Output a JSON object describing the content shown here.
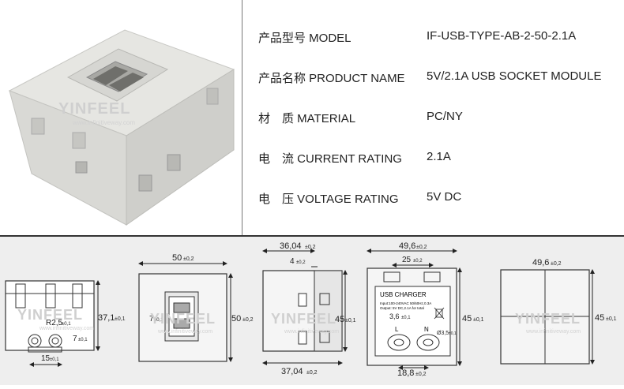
{
  "watermark": {
    "brand": "YINFEEL",
    "website": "www.infinitiveway.com"
  },
  "specs": [
    {
      "label": "产品型号 MODEL",
      "value": "IF-USB-TYPE-AB-2-50-2.1A"
    },
    {
      "label": "产品名称 PRODUCT NAME",
      "value": "5V/2.1A USB SOCKET MODULE"
    },
    {
      "label": "材　质 MATERIAL",
      "value": "PC/NY"
    },
    {
      "label": "电　流 CURRENT RATING",
      "value": "2.1A"
    },
    {
      "label": "电　压 VOLTAGE RATING",
      "value": "5V DC"
    }
  ],
  "drawings": {
    "side": {
      "height": "37,1",
      "height_tol": "±0,1",
      "radius": "R2,5",
      "radius_tol": "±0,1",
      "pin": "7",
      "pin_tol": "±0,1",
      "base": "15",
      "base_tol": "±0,1"
    },
    "front": {
      "width": "50",
      "width_tol": "±0,2",
      "height": "50",
      "height_tol": "±0,2",
      "opening": "7",
      "opening_tol": "±0,1"
    },
    "profile": {
      "top": "36,04",
      "top_tol": "±0,2",
      "step": "4",
      "step_tol": "±0,2",
      "height": "45",
      "height_tol": "±0,1",
      "bottom": "37,04",
      "bottom_tol": "±0,2"
    },
    "back": {
      "width": "49,6",
      "width_tol": "±0,2",
      "spacing": "25",
      "spacing_tol": "±0,2",
      "height": "45",
      "height_tol": "±0,1",
      "pin": "3,6",
      "pin_tol": "±0,1",
      "pin_dia": "Ø3,5",
      "pin_dia_tol": "±0,1",
      "base": "18,8",
      "base_tol": "±0,2",
      "label_title": "USB CHARGER",
      "label_line1": "Input:100-240VAC 50/60Hz,0.3A",
      "label_line2": "Output: 5V DC,2.1A for total",
      "terminal_l": "L",
      "terminal_n": "N"
    },
    "rear": {
      "width": "49,6",
      "width_tol": "±0,2",
      "height": "45",
      "height_tol": "±0,1"
    }
  }
}
